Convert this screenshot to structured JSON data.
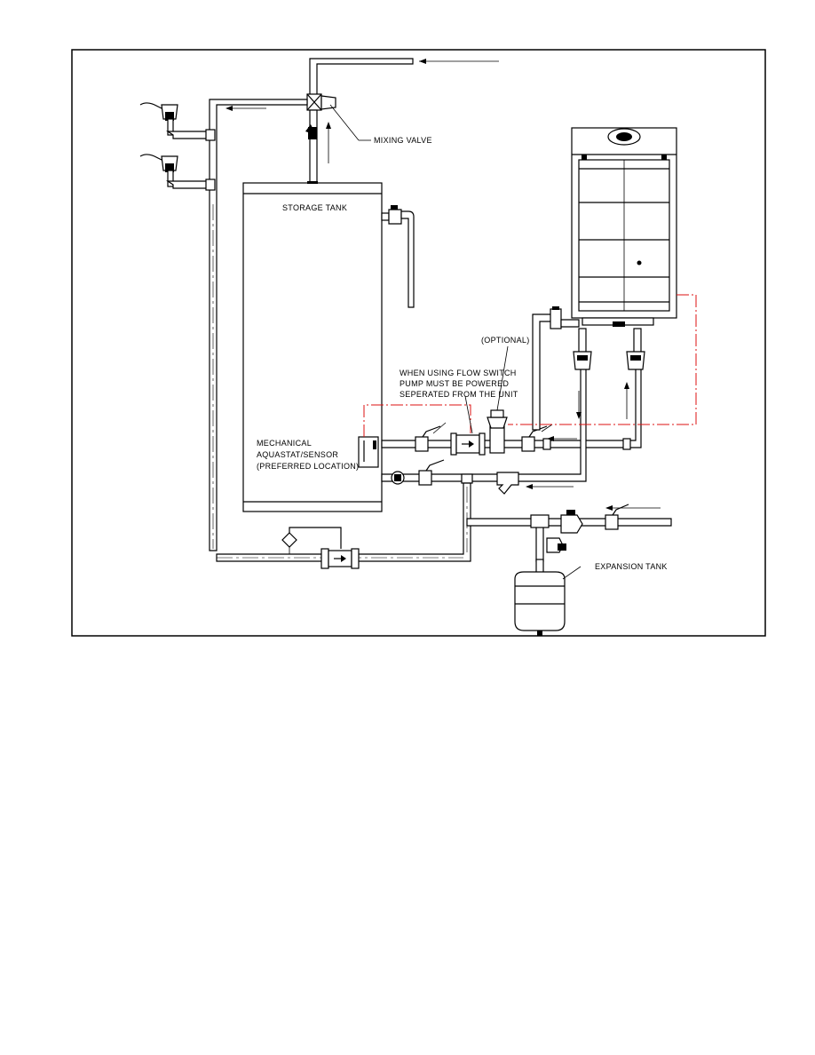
{
  "diagram": {
    "labels": {
      "mixing_valve": "MIXING VALVE",
      "storage_tank": "STORAGE TANK",
      "optional": "(OPTIONAL)",
      "flow_switch_note": [
        "WHEN USING FLOW SWITCH",
        "PUMP MUST BE POWERED",
        "SEPERATED FROM THE UNIT"
      ],
      "aquastat": [
        "MECHANICAL",
        "AQUASTAT/SENSOR",
        "(PREFERRED LOCATION)"
      ],
      "expansion_tank": "EXPANSION TANK"
    },
    "colors": {
      "pipe": "#000000",
      "control_wiring": "#dd1111",
      "background": "#ffffff"
    }
  }
}
